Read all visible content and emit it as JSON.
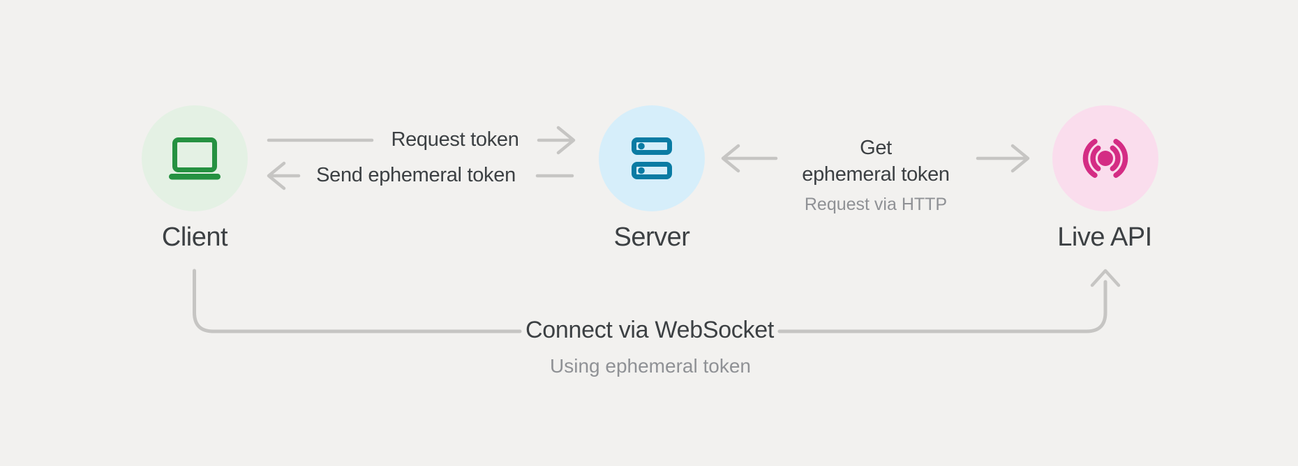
{
  "colors": {
    "background": "#F2F1EF",
    "text_dark": "#3C4043",
    "text_gray": "#8F9195",
    "line_gray": "#C6C5C3",
    "client_green": "#259141",
    "client_bg": "#E4F1E4",
    "server_teal": "#0A7BA3",
    "server_bg": "#D6EEFA",
    "liveapi_pink": "#D42C84",
    "liveapi_bg": "#FADDED"
  },
  "nodes": {
    "client": {
      "label": "Client",
      "icon": "laptop-icon"
    },
    "server": {
      "label": "Server",
      "icon": "server-stack-icon"
    },
    "live_api": {
      "label": "Live API",
      "icon": "live-broadcast-icon"
    }
  },
  "edges": {
    "request_token": {
      "label": "Request token"
    },
    "send_ephemeral_token": {
      "label": "Send ephemeral token"
    },
    "get_ephemeral_token": {
      "line1": "Get",
      "line2": "ephemeral token",
      "sublabel": "Request via HTTP"
    },
    "connect_websocket": {
      "label": "Connect via WebSocket",
      "sublabel": "Using ephemeral token"
    }
  }
}
